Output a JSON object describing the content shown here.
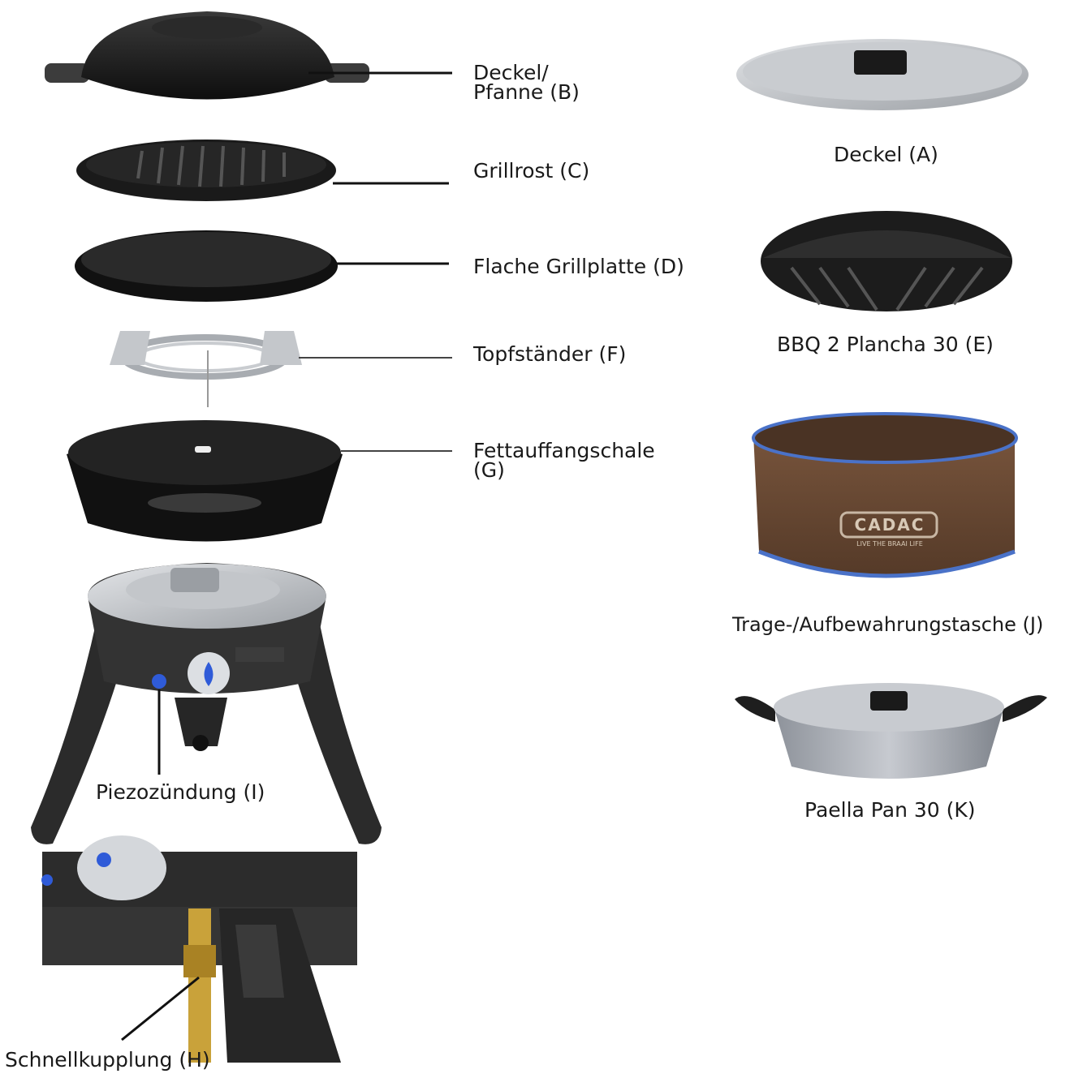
{
  "labels": {
    "lid_pan": [
      "Deckel/",
      "Pfanne (B)"
    ],
    "grill_grate": "Grillrost (C)",
    "flat_plate": "Flache Grillplatte (D)",
    "pot_stand": "Topfständer (F)",
    "drip_tray": [
      "Fettauffangschale",
      "(G)"
    ],
    "piezo": "Piezozündung (I)",
    "quick_coupling": "Schnellkupplung (H)"
  },
  "accessories": {
    "lid": "Deckel (A)",
    "plancha": "BBQ 2 Plancha 30 (E)",
    "bag": "Trage-/Aufbewahrungstasche (J)",
    "bag_logo": "CADAC",
    "bag_slogan": "LIVE THE BRAAI LIFE",
    "paella": "Paella Pan 30 (K)"
  },
  "colors": {
    "body": "#2b2b2b",
    "lid_aluminium": "#b9bcc0",
    "bag_brown": "#6a4a35",
    "bag_trim": "#4a72c8",
    "accent_blue": "#2f5bd8",
    "coupling_brass": "#c9a23a"
  }
}
